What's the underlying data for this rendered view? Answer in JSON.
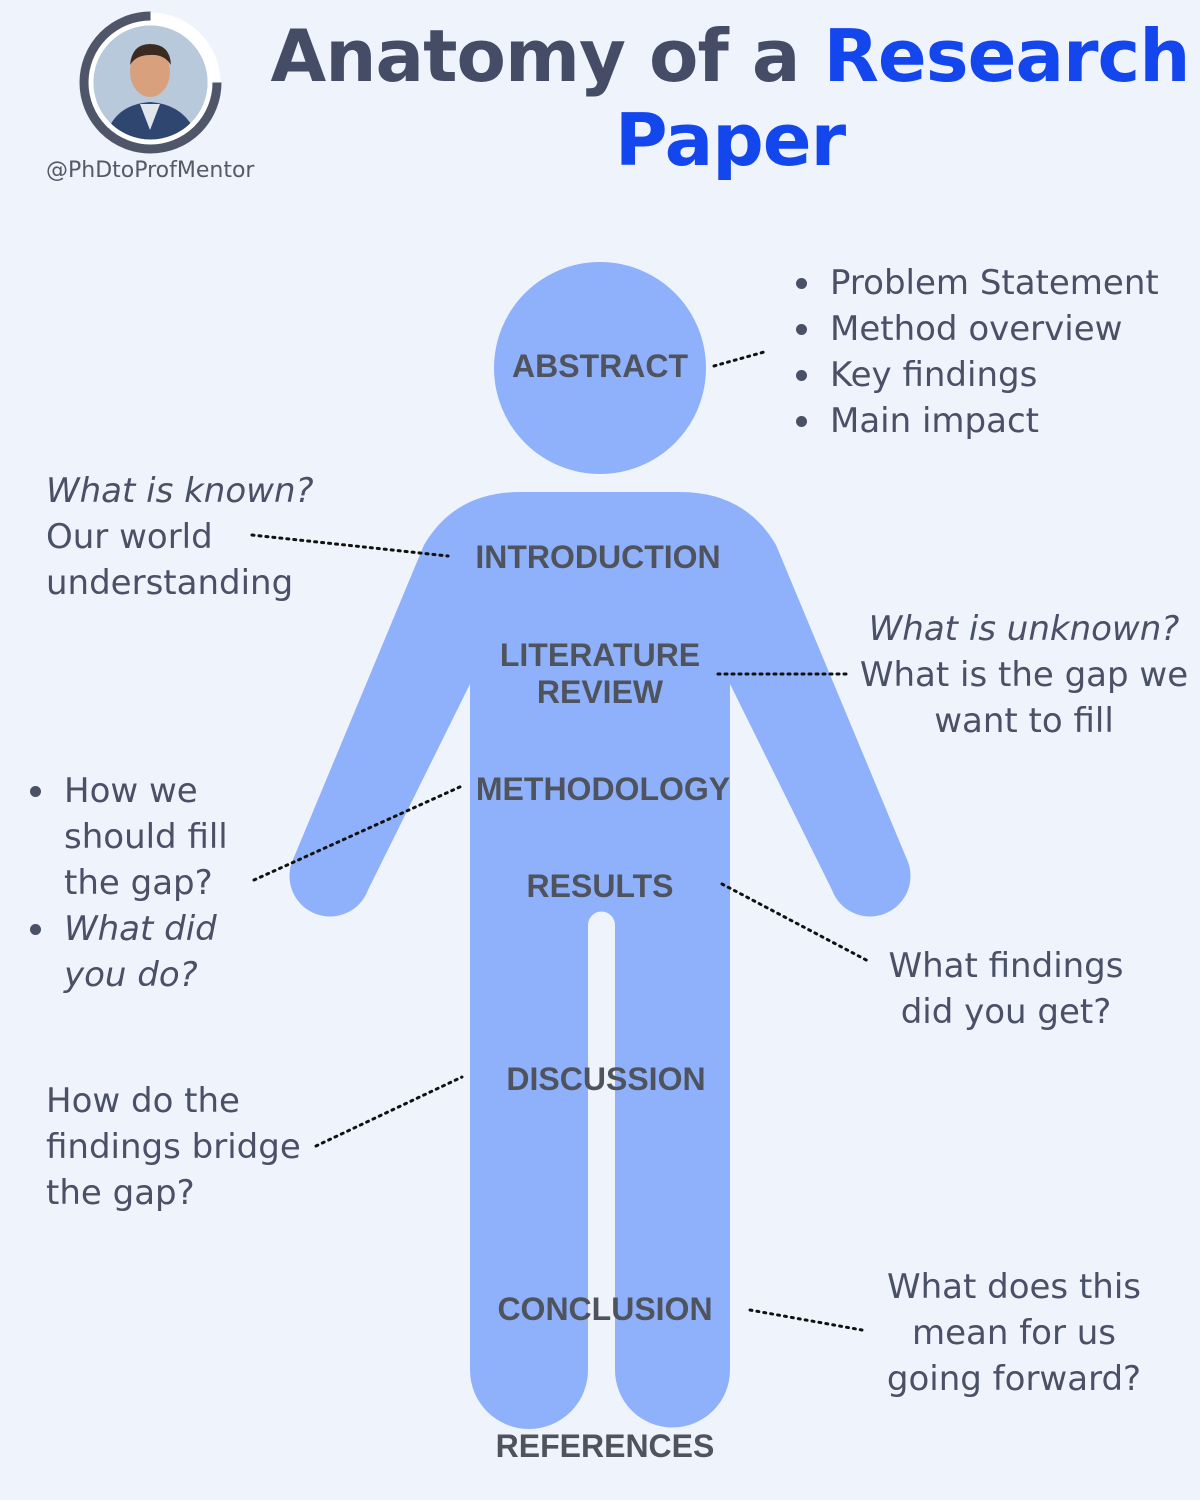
{
  "header": {
    "handle": "@PhDtoProfMentor",
    "title_plain": "Anatomy of a ",
    "title_highlight_1": "Research",
    "title_highlight_2": "Paper"
  },
  "sections": {
    "abstract": "ABSTRACT",
    "introduction": "INTRODUCTION",
    "literature_line1": "LITERATURE",
    "literature_line2": "REVIEW",
    "methodology": "METHODOLOGY",
    "results": "RESULTS",
    "discussion": "DISCUSSION",
    "conclusion": "CONCLUSION",
    "references": "REFERENCES"
  },
  "notes": {
    "abstract_points": [
      "Problem Statement",
      "Method overview",
      "Key findings",
      "Main impact"
    ],
    "introduction": {
      "q": "What is known?",
      "line1": "Our world",
      "line2": "understanding"
    },
    "literature": {
      "q": "What is unknown?",
      "line1": "What is the gap we",
      "line2": "want to fill"
    },
    "methodology": {
      "b1_line1": "How we",
      "b1_line2": "should fill",
      "b1_line3": "the gap?",
      "b2_line1": "What did",
      "b2_line2": "you do?"
    },
    "results": {
      "line1": "What findings",
      "line2": "did you get?"
    },
    "discussion": {
      "line1": "How do the",
      "line2": "findings bridge",
      "line3": "the gap?"
    },
    "conclusion": {
      "line1": "What does this",
      "line2": "mean for us",
      "line3": "going forward?"
    }
  },
  "colors": {
    "background": "#eef3fc",
    "figure": "#8fb1fb",
    "title": "#454c66",
    "title_highlight": "#1446ee",
    "text": "#4a5065"
  }
}
